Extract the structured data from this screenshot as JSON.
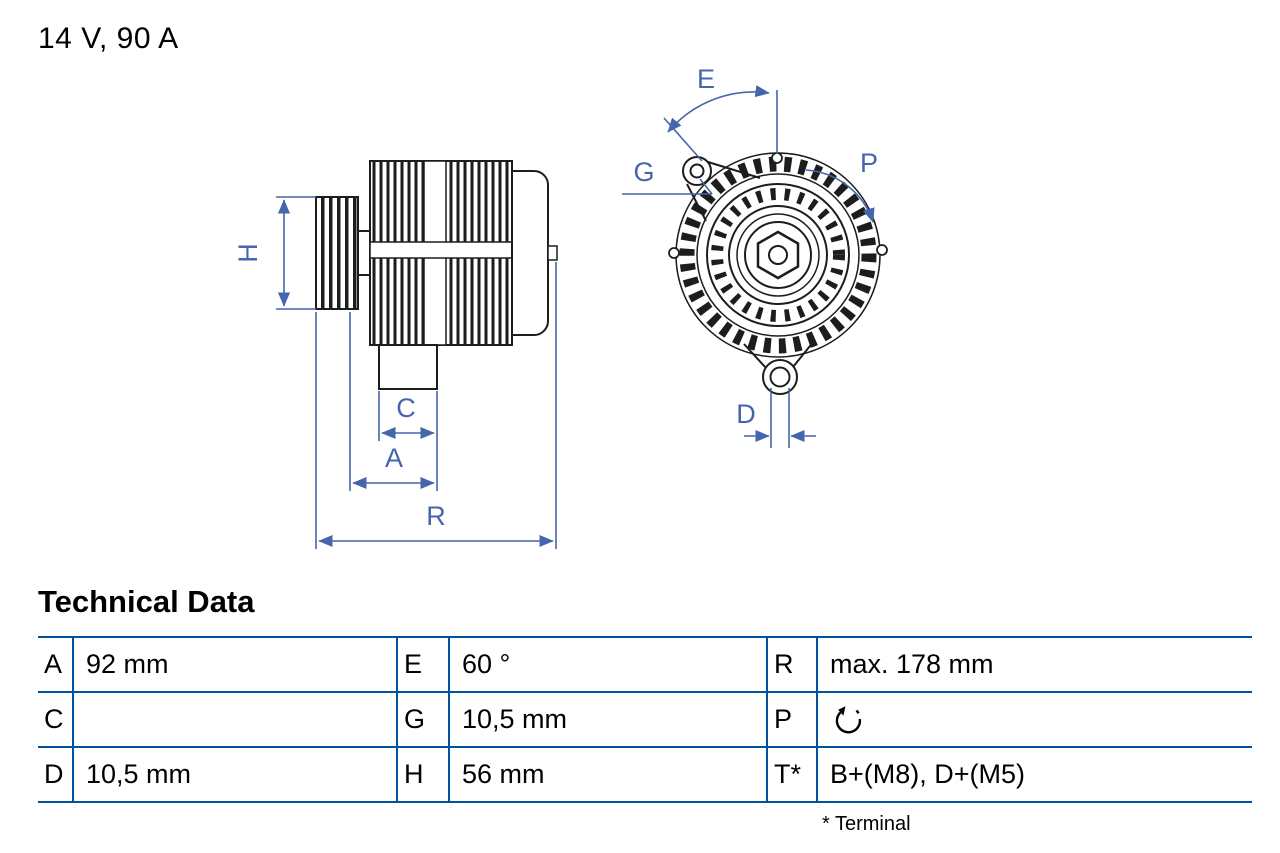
{
  "header": {
    "rating": "14 V, 90 A"
  },
  "drawing": {
    "side_view_labels": {
      "H": "H",
      "C": "C",
      "A": "A",
      "R": "R"
    },
    "front_view_labels": {
      "E": "E",
      "G": "G",
      "P": "P",
      "D": "D"
    }
  },
  "technical_data": {
    "title": "Technical Data",
    "rows": [
      {
        "cells": [
          {
            "label": "A",
            "value": "92 mm"
          },
          {
            "label": "E",
            "value": "60 °"
          },
          {
            "label": "R",
            "value": "max. 178 mm"
          }
        ]
      },
      {
        "cells": [
          {
            "label": "C",
            "value": ""
          },
          {
            "label": "G",
            "value": "10,5 mm"
          },
          {
            "label": "P",
            "value": "",
            "icon": "rotation-direction-icon"
          }
        ]
      },
      {
        "cells": [
          {
            "label": "D",
            "value": "10,5 mm"
          },
          {
            "label": "H",
            "value": "56 mm"
          },
          {
            "label": "T*",
            "value": "B+(M8), D+(M5)"
          }
        ]
      }
    ],
    "footnote": "* Terminal"
  },
  "colors": {
    "dimension_blue": "#4565ad",
    "table_border": "#00529e",
    "drawing_ink": "#1d1d1b"
  }
}
